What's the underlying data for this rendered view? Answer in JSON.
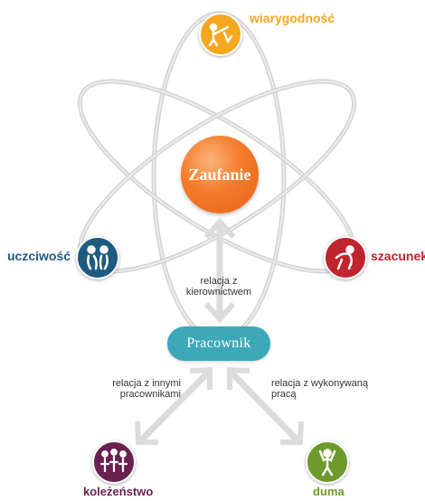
{
  "center": {
    "label": "Zaufanie"
  },
  "employee": {
    "label": "Pracownik"
  },
  "nodes": {
    "wiarygodnosc": {
      "label": "wiarygodność",
      "color": "#f5a71d"
    },
    "uczciwosc": {
      "label": "uczciwość",
      "color": "#1f5a7f"
    },
    "szacunek": {
      "label": "szacunek",
      "color": "#c0242f"
    },
    "kolezenstwo": {
      "label": "koleżeństwo",
      "color": "#6b2150"
    },
    "duma": {
      "label": "duma",
      "color": "#6e9a2c"
    }
  },
  "relations": {
    "manager": {
      "line1": "relacja z",
      "line2": "kierownictwem"
    },
    "coworkers": {
      "line1": "relacja z innymi",
      "line2": "pracownikami"
    },
    "work": {
      "line1": "relacja z wykonywaną",
      "line2": "pracą"
    }
  },
  "colors": {
    "center": "#f47a2a",
    "employee": "#3da8b8",
    "orbit": "#cfcfcf",
    "arrow": "#e0e0e0"
  }
}
